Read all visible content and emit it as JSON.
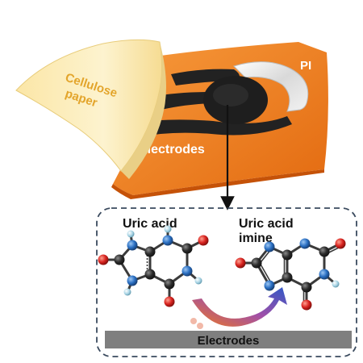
{
  "labels": {
    "substrate_paper": "Cellulose paper",
    "substrate_pi": "PI",
    "electrodes_top": "Electrodes",
    "molecule_before": "Uric acid",
    "molecule_after": "Uric acid imine",
    "electrodes_bottom": "Electrodes"
  },
  "colors": {
    "pi_orange": "#ef7a1d",
    "paper_cream": "#fbecb8",
    "paper_text": "#e0a630",
    "carbon": "#2a2a2a",
    "nitrogen": "#2a6fc2",
    "oxygen": "#d8231f",
    "hydrogen": "#9fcfe0",
    "electrode_bar": "#7f7f7f",
    "dashed_frame": "#3a4a5e"
  }
}
